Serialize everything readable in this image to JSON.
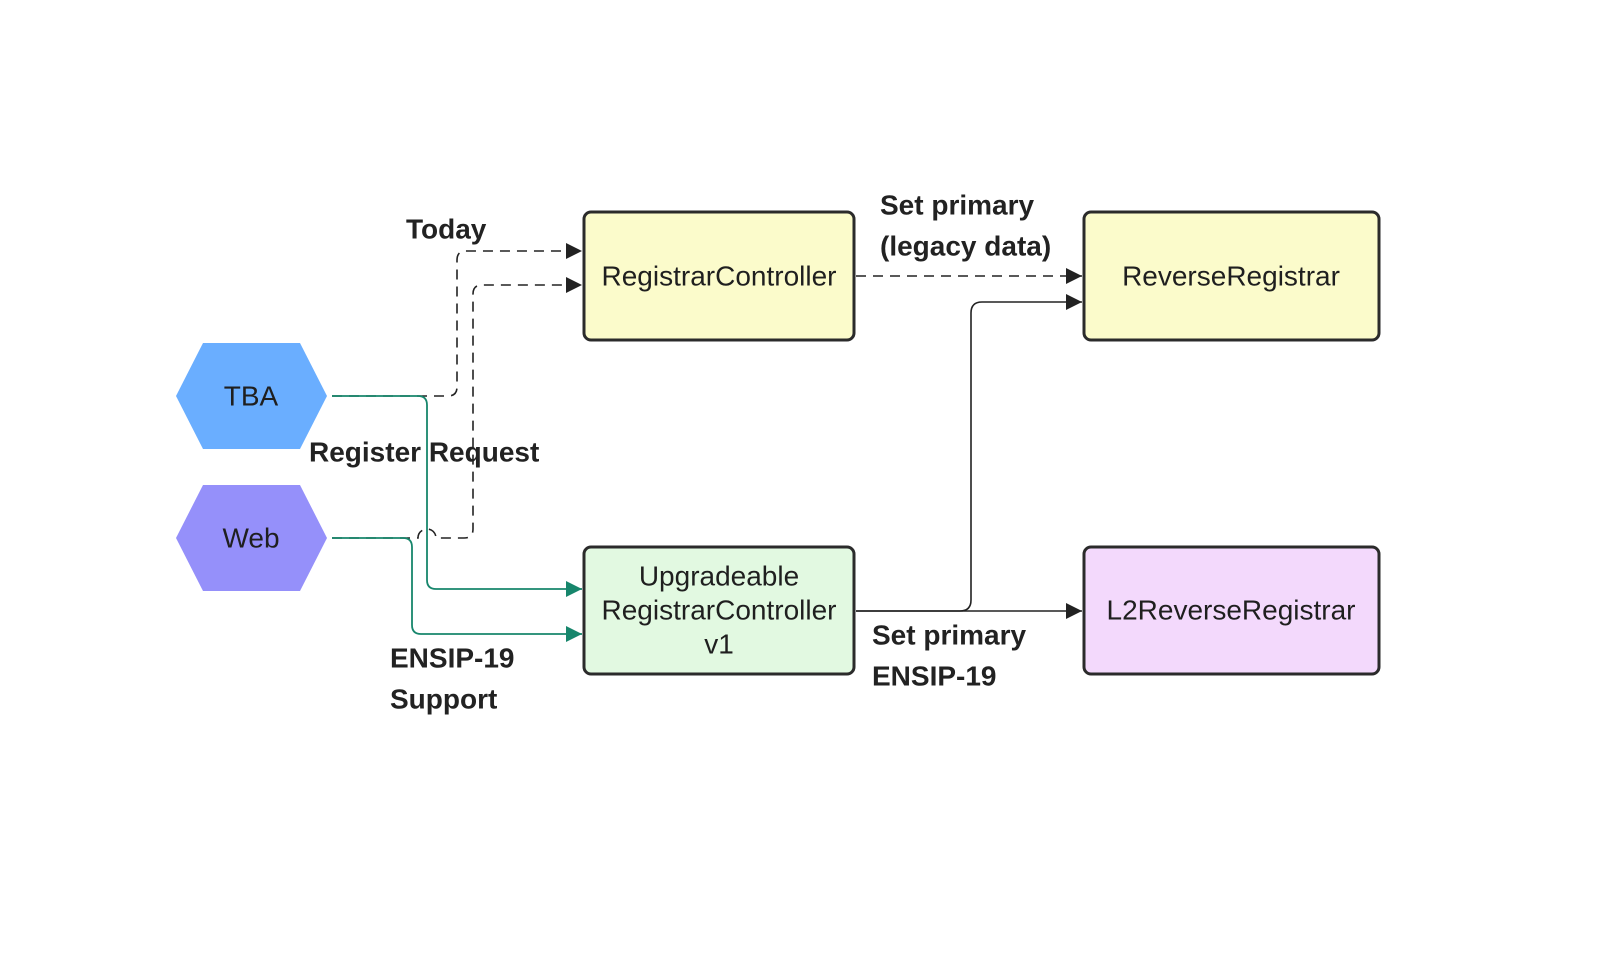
{
  "colors": {
    "tba_fill": "#6aaeff",
    "web_fill": "#9590fa",
    "yellow_box_fill": "#fbfbcb",
    "green_box_fill": "#e2f9e1",
    "purple_box_fill": "#f3d9fc",
    "border": "#2b2b2b",
    "edge": "#222222",
    "edge_green": "#17866c"
  },
  "nodes": {
    "tba": "TBA",
    "web": "Web",
    "registrar_controller": "RegistrarController",
    "upgradeable_line1": "Upgradeable",
    "upgradeable_line2": "RegistrarController",
    "upgradeable_line3": "v1",
    "reverse_registrar": "ReverseRegistrar",
    "l2_reverse_registrar": "L2ReverseRegistrar"
  },
  "labels": {
    "today": "Today",
    "register_request": "Register Request",
    "set_primary_legacy_line1": "Set primary",
    "set_primary_legacy_line2": "(legacy data)",
    "ensip_support_line1": "ENSIP-19",
    "ensip_support_line2": "Support",
    "set_primary_ensip_line1": "Set primary",
    "set_primary_ensip_line2": "ENSIP-19"
  }
}
